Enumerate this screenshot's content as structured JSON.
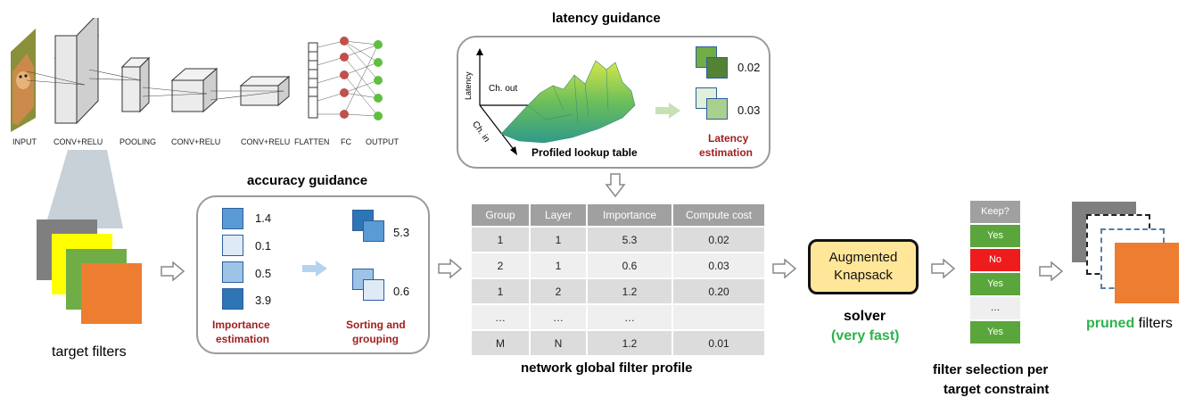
{
  "cnn": {
    "labels": [
      "INPUT",
      "CONV+RELU",
      "POOLING",
      "CONV+RELU",
      "CONV+RELU",
      "FLATTEN",
      "FC",
      "OUTPUT"
    ]
  },
  "latency_panel": {
    "title": "latency guidance",
    "axis_latency": "Latency",
    "axis_ch_out": "Ch. out",
    "axis_ch_in": "Ch. in",
    "caption": "Profiled lookup table",
    "estimate_1": "0.02",
    "estimate_2": "0.03",
    "estimation_label_1": "Latency",
    "estimation_label_2": "estimation"
  },
  "accuracy_panel": {
    "title": "accuracy guidance",
    "importance_values": [
      "1.4",
      "0.1",
      "0.5",
      "3.9"
    ],
    "importance_label_1": "Importance",
    "importance_label_2": "estimation",
    "group_values": [
      "5.3",
      "0.6"
    ],
    "sorting_label_1": "Sorting and",
    "sorting_label_2": "grouping"
  },
  "target_filters_label": "target filters",
  "profile_table": {
    "headers": [
      "Group",
      "Layer",
      "Importance",
      "Compute cost"
    ],
    "rows": [
      [
        "1",
        "1",
        "5.3",
        "0.02"
      ],
      [
        "2",
        "1",
        "0.6",
        "0.03"
      ],
      [
        "1",
        "2",
        "1.2",
        "0.20"
      ],
      [
        "…",
        "…",
        "…",
        ""
      ],
      [
        "M",
        "N",
        "1.2",
        "0.01"
      ]
    ],
    "caption": "network global filter profile"
  },
  "solver": {
    "box_line1": "Augmented",
    "box_line2": "Knapsack",
    "label": "solver",
    "speed": "(very fast)"
  },
  "selection": {
    "header": "Keep?",
    "values": [
      "Yes",
      "No",
      "Yes",
      "…",
      "Yes"
    ],
    "caption_line1": "filter selection per",
    "caption_line2": "target constraint"
  },
  "pruned": {
    "word1": "pruned",
    "word2": " filters"
  },
  "colors": {
    "yes_green": "#5aa53c",
    "no_red": "#ee1c1c",
    "filter_gray": "#7f7f7f",
    "filter_yellow": "#ffff00",
    "filter_green": "#70ad47",
    "filter_orange": "#ed7d31",
    "accent_green": "#2cb34a",
    "accent_red": "#a02020"
  }
}
